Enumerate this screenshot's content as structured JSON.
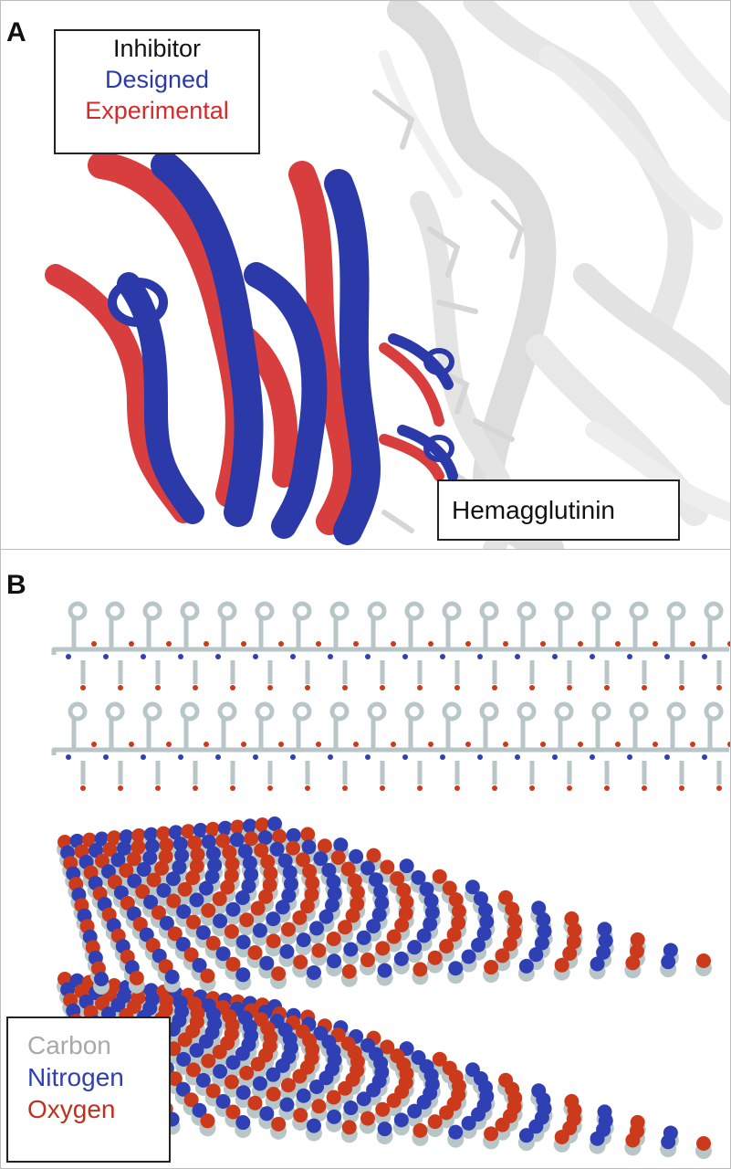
{
  "panel_a": {
    "letter": "A",
    "legend": {
      "title": "Inhibitor",
      "designed": "Designed",
      "experimental": "Experimental"
    },
    "target_label": "Hemagglutinin"
  },
  "panel_b": {
    "letter": "B",
    "legend": {
      "carbon": "Carbon",
      "nitrogen": "Nitrogen",
      "oxygen": "Oxygen"
    }
  },
  "colors": {
    "designed": "#2b3aa8",
    "experimental": "#d42a2a",
    "carbon": "#b9c6c8",
    "nitrogen": "#2f3fb4",
    "oxygen": "#cc3a1c",
    "hemagglutinin": "#eaeaea"
  }
}
